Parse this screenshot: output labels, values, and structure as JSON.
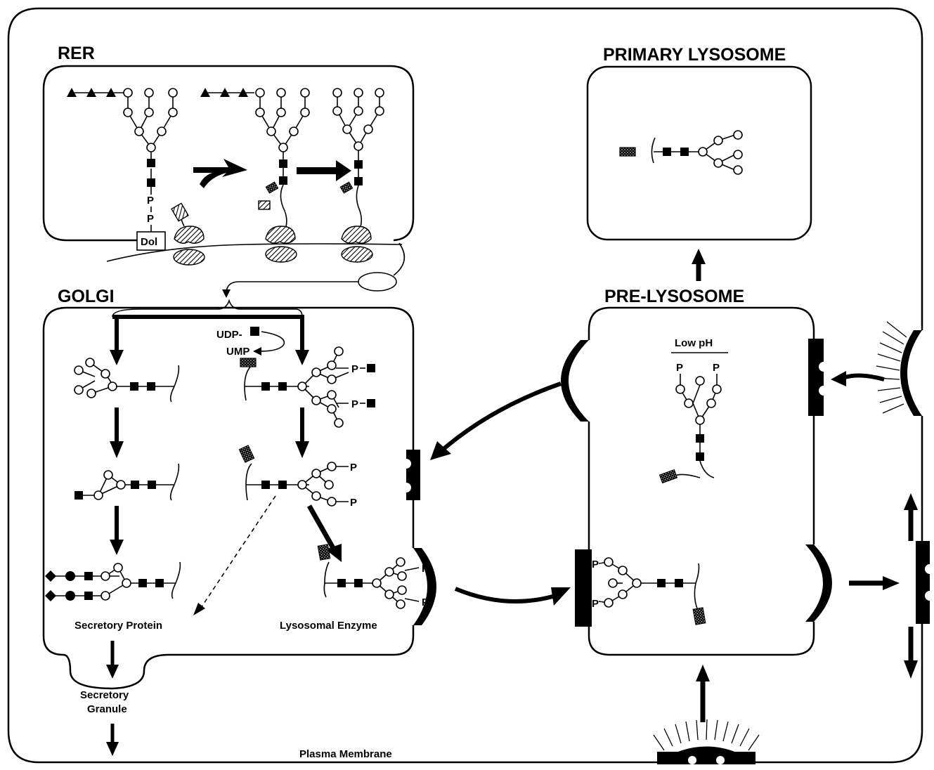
{
  "compartments": {
    "rer": "RER",
    "golgi": "GOLGI",
    "primary_lysosome": "PRIMARY LYSOSOME",
    "pre_lysosome": "PRE-LYSOSOME"
  },
  "labels": {
    "dol": "Dol",
    "udp": "UDP-",
    "ump": "UMP",
    "low_ph": "Low pH",
    "secretory_protein": "Secretory Protein",
    "lysosomal_enzyme": "Lysosomal Enzyme",
    "secretory_granule_1": "Secretory",
    "secretory_granule_2": "Granule",
    "plasma_membrane": "Plasma Membrane",
    "phosphate": "P"
  },
  "colors": {
    "ink": "#000000",
    "paper": "#ffffff"
  }
}
